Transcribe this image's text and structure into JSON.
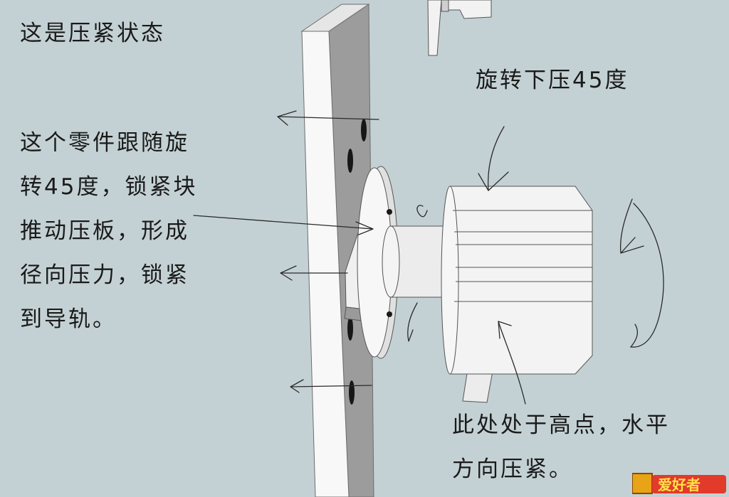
{
  "annotations": {
    "title": "这是压紧状态",
    "rotate_press": "旋转下压45度",
    "part_desc_lines": [
      "这个零件跟随旋",
      "转45度，锁紧块",
      "推动压板，形成",
      "径向压力，锁紧",
      "到导轨。"
    ],
    "position_desc_lines": [
      "此处处于高点，水平",
      "方向压紧。"
    ]
  },
  "watermark": {
    "text": "爱好者"
  },
  "colors": {
    "background": "#c4d1d4",
    "plate_front": "#f7f7f7",
    "plate_top": "#e6e6e6",
    "plate_edge": "#707070",
    "hole": "#181818",
    "cylinder": "#f3f3f3",
    "shaft": "#ececec",
    "ink": "#1a1a1a"
  }
}
